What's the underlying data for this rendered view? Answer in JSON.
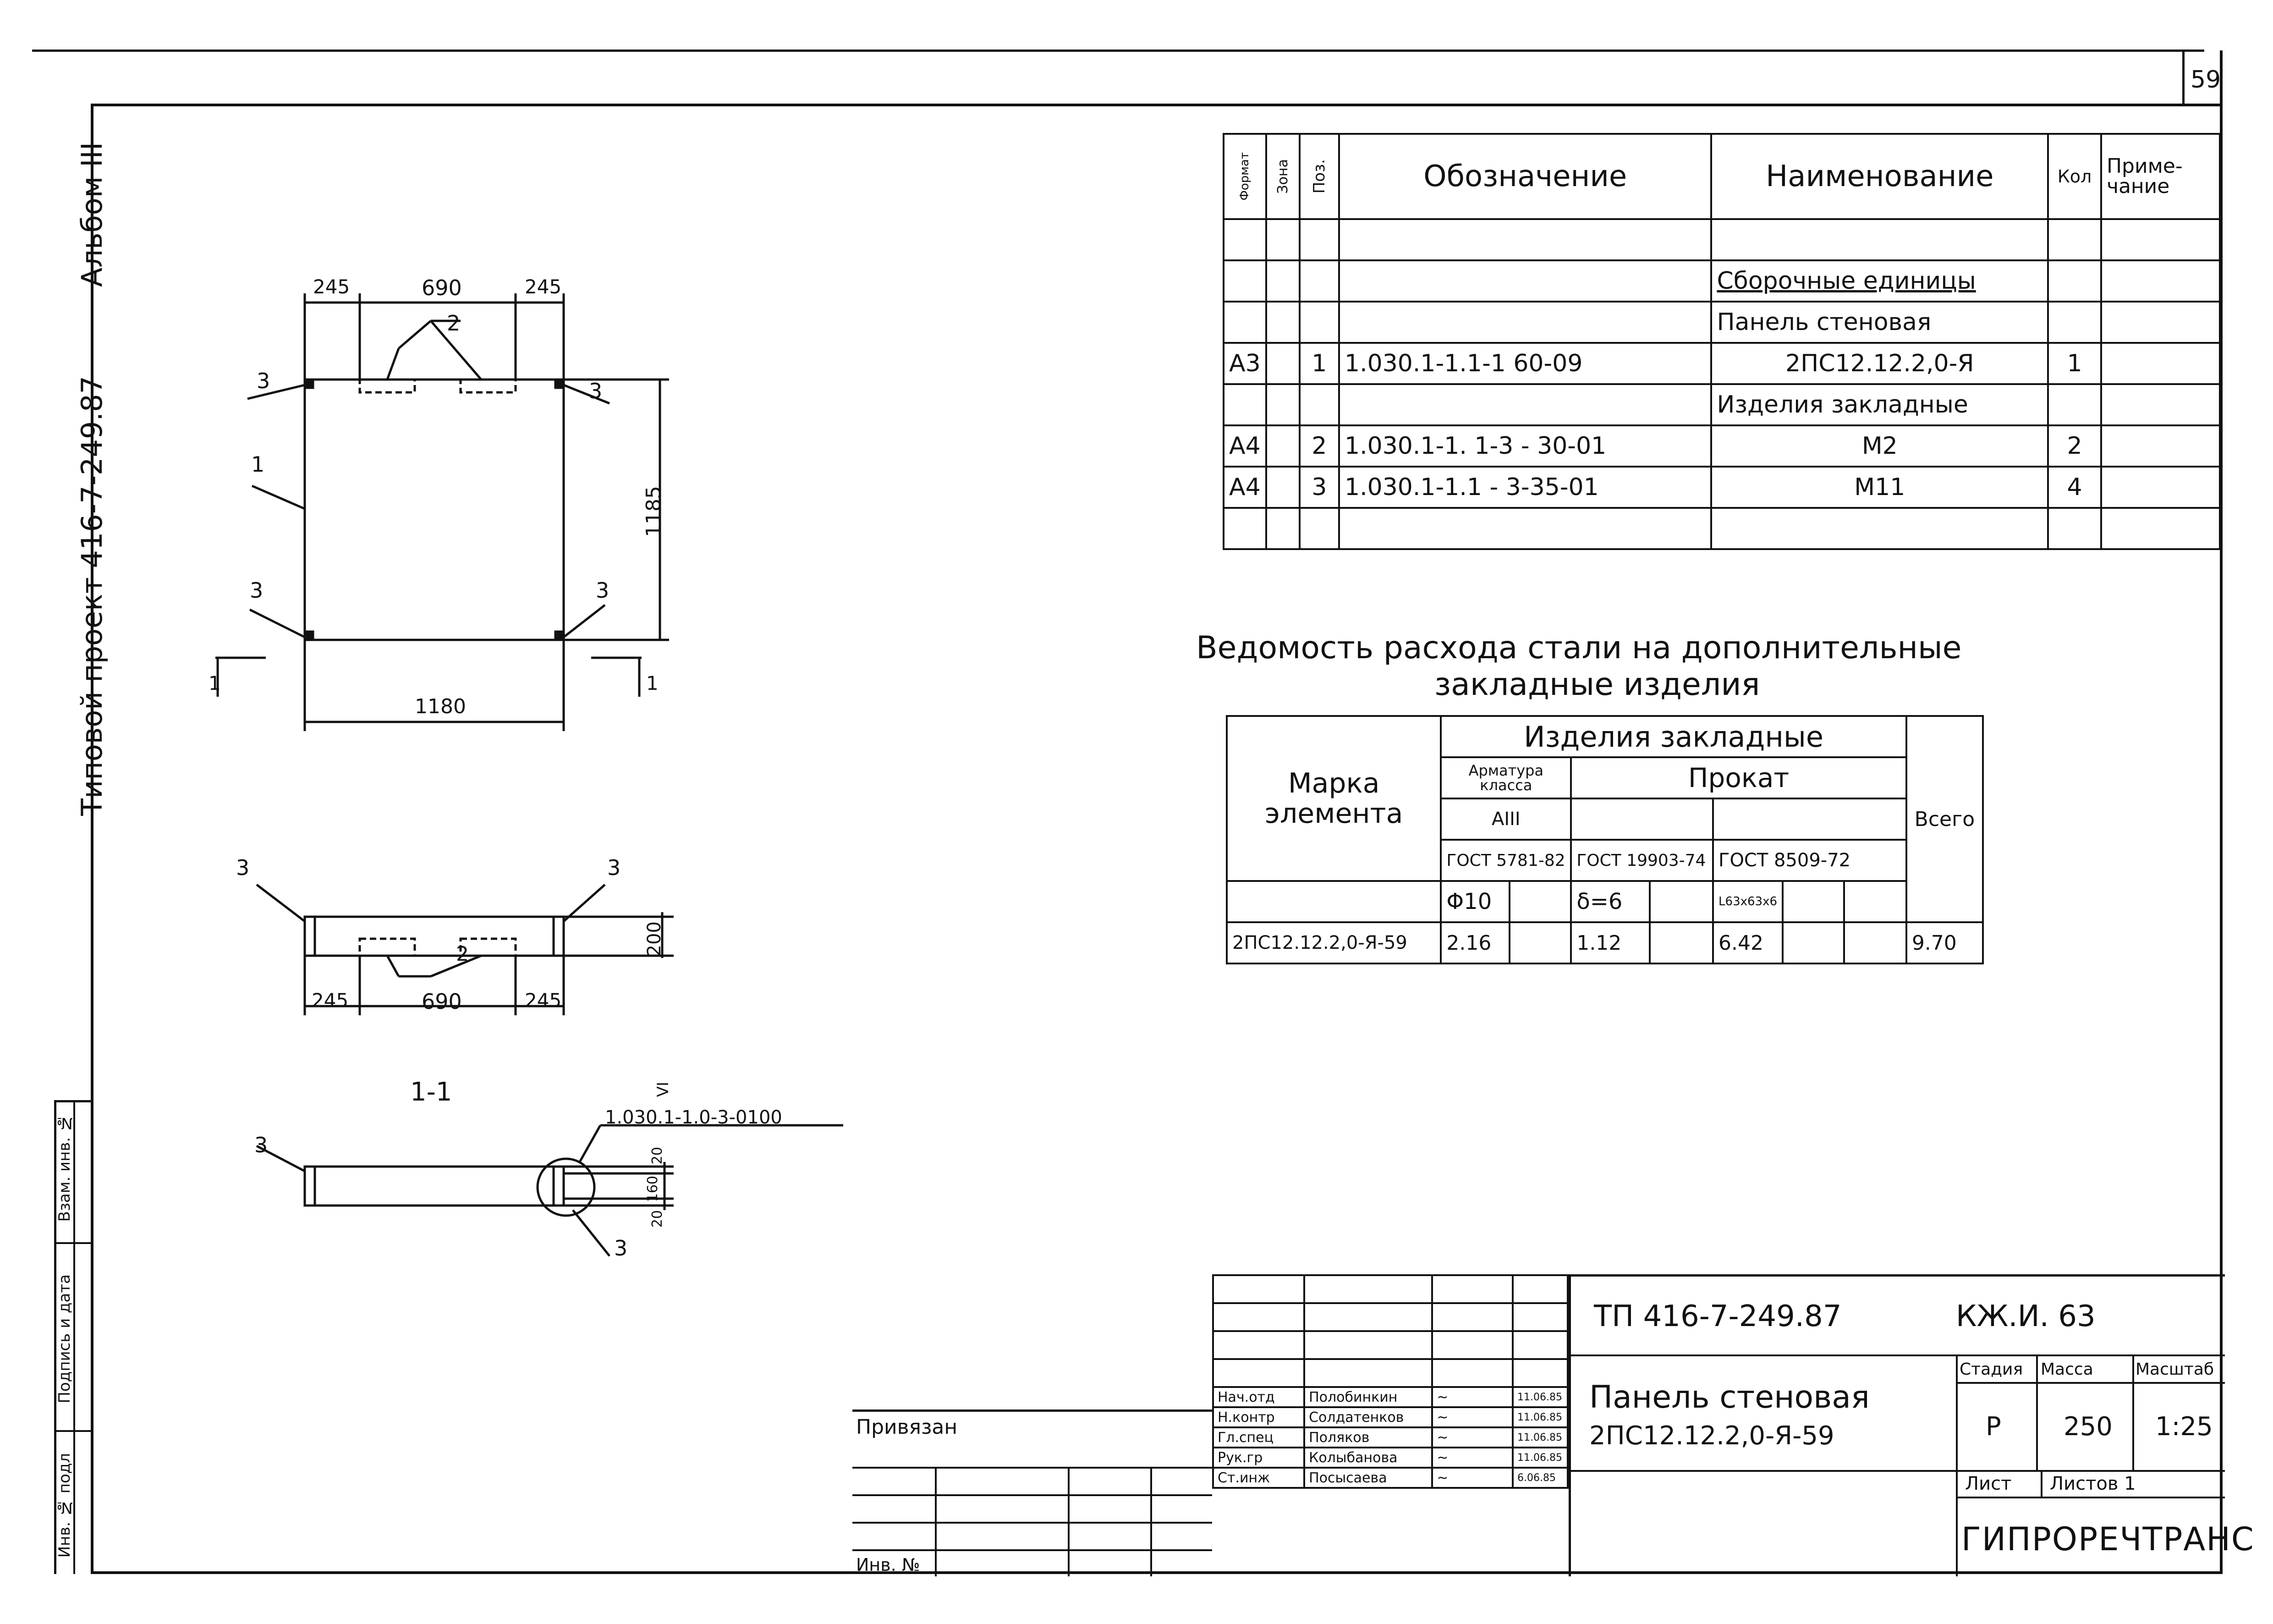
{
  "page_number": "59",
  "side_text": {
    "album": "Альбом III",
    "project": "Типовой  проект  416-7-249.87",
    "stamp_cols": [
      "Инв. № подл",
      "Подпись и дата",
      "Взам. инв. №"
    ]
  },
  "spec_table": {
    "headers": [
      "Формат",
      "Зона",
      "Поз.",
      "Обозначение",
      "Наименование",
      "Кол",
      "Приме-чание"
    ],
    "rows": [
      {
        "fmt": "",
        "zone": "",
        "pos": "",
        "code": "",
        "name": "",
        "qty": "",
        "note": ""
      },
      {
        "fmt": "",
        "zone": "",
        "pos": "",
        "code": "",
        "name": "Сборочные единицы",
        "qty": "",
        "note": ""
      },
      {
        "fmt": "",
        "zone": "",
        "pos": "",
        "code": "",
        "name": "Панель стеновая",
        "qty": "",
        "note": ""
      },
      {
        "fmt": "A3",
        "zone": "",
        "pos": "1",
        "code": "1.030.1-1.1-1  60-09",
        "name": "2ПС12.12.2,0-Я",
        "qty": "1",
        "note": ""
      },
      {
        "fmt": "",
        "zone": "",
        "pos": "",
        "code": "",
        "name": "Изделия закладные",
        "qty": "",
        "note": ""
      },
      {
        "fmt": "A4",
        "zone": "",
        "pos": "2",
        "code": "1.030.1-1. 1-3 - 30-01",
        "name": "М2",
        "qty": "2",
        "note": ""
      },
      {
        "fmt": "A4",
        "zone": "",
        "pos": "3",
        "code": "1.030.1-1.1 - 3-35-01",
        "name": "М11",
        "qty": "4",
        "note": ""
      },
      {
        "fmt": "",
        "zone": "",
        "pos": "",
        "code": "",
        "name": "",
        "qty": "",
        "note": ""
      }
    ]
  },
  "steel": {
    "title_line1": "Ведомость расхода стали на дополнительные",
    "title_line2": "закладные    изделия",
    "mark_header": "Марка элемента",
    "group_header": "Изделия  закладные",
    "armature": "Арматура класса",
    "class": "АIII",
    "rolled": "Прокат",
    "total_header": "Всего",
    "gost1": "ГОСТ 5781-82",
    "gost2": "ГОСТ 19903-74",
    "gost3": "ГОСТ 8509-72",
    "d1": "Φ10",
    "d2": "δ=6",
    "d3": "L63x63x6",
    "row_mark": "2ПС12.12.2,0-Я-59",
    "v1": "2.16",
    "v2": "1.12",
    "v3": "6.42",
    "total": "9.70"
  },
  "drawing": {
    "top_dims": [
      "245",
      "690",
      "245"
    ],
    "width": "1180",
    "height": "1185",
    "side_dims": [
      "245",
      "690",
      "245"
    ],
    "thickness": "200",
    "section_label": "1-1",
    "section_mark": "1",
    "callout_code": "1.030.1-1.0-3-0100",
    "small_dims": [
      "20",
      "160",
      "20"
    ],
    "node_mark": "VI",
    "positions": [
      "1",
      "2",
      "3"
    ]
  },
  "title_block": {
    "privyazan": "Привязан",
    "inv_no": "Инв. №",
    "code": "ТП 416-7-249.87",
    "sheet_code": "КЖ.И. 63",
    "name_line1": "Панель стеновая",
    "name_line2": "2ПС12.12.2,0-Я-59",
    "stage_label": "Стадия",
    "mass_label": "Масса",
    "scale_label": "Масштаб",
    "stage": "Р",
    "mass": "250",
    "scale": "1:25",
    "sheet_label": "Лист",
    "sheets_label": "Листов  1",
    "org": "ГИПРОРЕЧТРАНС",
    "people": [
      {
        "role": "Нач.отд",
        "name": "Полобинкин",
        "date": "11.06.85"
      },
      {
        "role": "Н.контр",
        "name": "Солдатенков",
        "date": "11.06.85"
      },
      {
        "role": "Гл.спец",
        "name": "Поляков",
        "date": "11.06.85"
      },
      {
        "role": "Рук.гр",
        "name": "Колыбанова",
        "date": "11.06.85"
      },
      {
        "role": "Ст.инж",
        "name": "Посысаева",
        "date": "6.06.85"
      }
    ]
  }
}
